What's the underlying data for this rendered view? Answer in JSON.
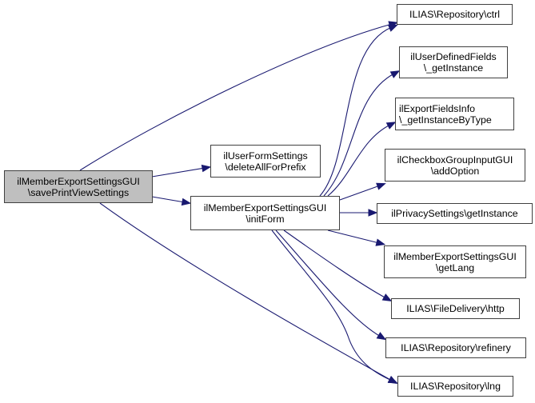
{
  "diagram": {
    "type": "call-graph",
    "edge_color": "#191970",
    "root_fill": "#bfbfbf",
    "nodes": [
      {
        "id": "root",
        "lines": [
          "ilMemberExportSettingsGUI",
          "\\savePrintViewSettings"
        ],
        "root": true
      },
      {
        "id": "deleteAllForPrefix",
        "lines": [
          "ilUserFormSettings",
          "\\deleteAllForPrefix"
        ]
      },
      {
        "id": "initForm",
        "lines": [
          "ilMemberExportSettingsGUI",
          "\\initForm"
        ]
      },
      {
        "id": "ctrl",
        "lines": [
          "ILIAS\\Repository\\ctrl"
        ]
      },
      {
        "id": "udfGetInstance",
        "lines": [
          "ilUserDefinedFields",
          "\\_getInstance"
        ]
      },
      {
        "id": "exportFieldsInfo",
        "lines": [
          "ilExportFieldsInfo",
          "\\_getInstanceByType"
        ],
        "left": true
      },
      {
        "id": "addOption",
        "lines": [
          "ilCheckboxGroupInputGUI",
          "\\addOption"
        ]
      },
      {
        "id": "privacy",
        "lines": [
          "ilPrivacySettings\\getInstance"
        ]
      },
      {
        "id": "getLang",
        "lines": [
          "ilMemberExportSettingsGUI",
          "\\getLang"
        ]
      },
      {
        "id": "http",
        "lines": [
          "ILIAS\\FileDelivery\\http"
        ]
      },
      {
        "id": "refinery",
        "lines": [
          "ILIAS\\Repository\\refinery"
        ]
      },
      {
        "id": "lng",
        "lines": [
          "ILIAS\\Repository\\lng"
        ]
      }
    ],
    "edges": [
      {
        "from": "root",
        "to": "ctrl"
      },
      {
        "from": "root",
        "to": "deleteAllForPrefix"
      },
      {
        "from": "root",
        "to": "initForm"
      },
      {
        "from": "root",
        "to": "lng"
      },
      {
        "from": "initForm",
        "to": "ctrl"
      },
      {
        "from": "initForm",
        "to": "udfGetInstance"
      },
      {
        "from": "initForm",
        "to": "exportFieldsInfo"
      },
      {
        "from": "initForm",
        "to": "addOption"
      },
      {
        "from": "initForm",
        "to": "privacy"
      },
      {
        "from": "initForm",
        "to": "getLang"
      },
      {
        "from": "initForm",
        "to": "http"
      },
      {
        "from": "initForm",
        "to": "refinery"
      },
      {
        "from": "initForm",
        "to": "lng"
      }
    ]
  }
}
